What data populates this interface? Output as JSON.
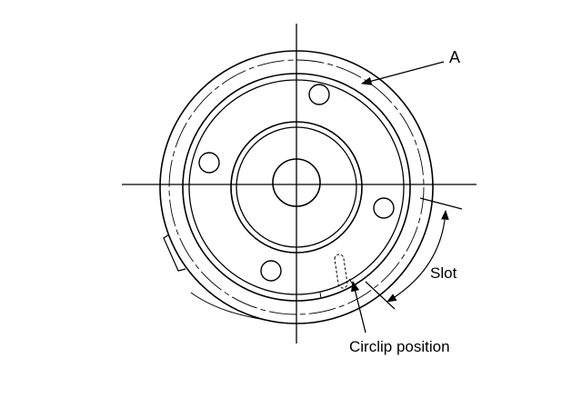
{
  "labels": {
    "a": "A",
    "slot": "Slot",
    "circlip": "Circlip position"
  },
  "colors": {
    "line": "#000000",
    "background": "#ffffff"
  }
}
